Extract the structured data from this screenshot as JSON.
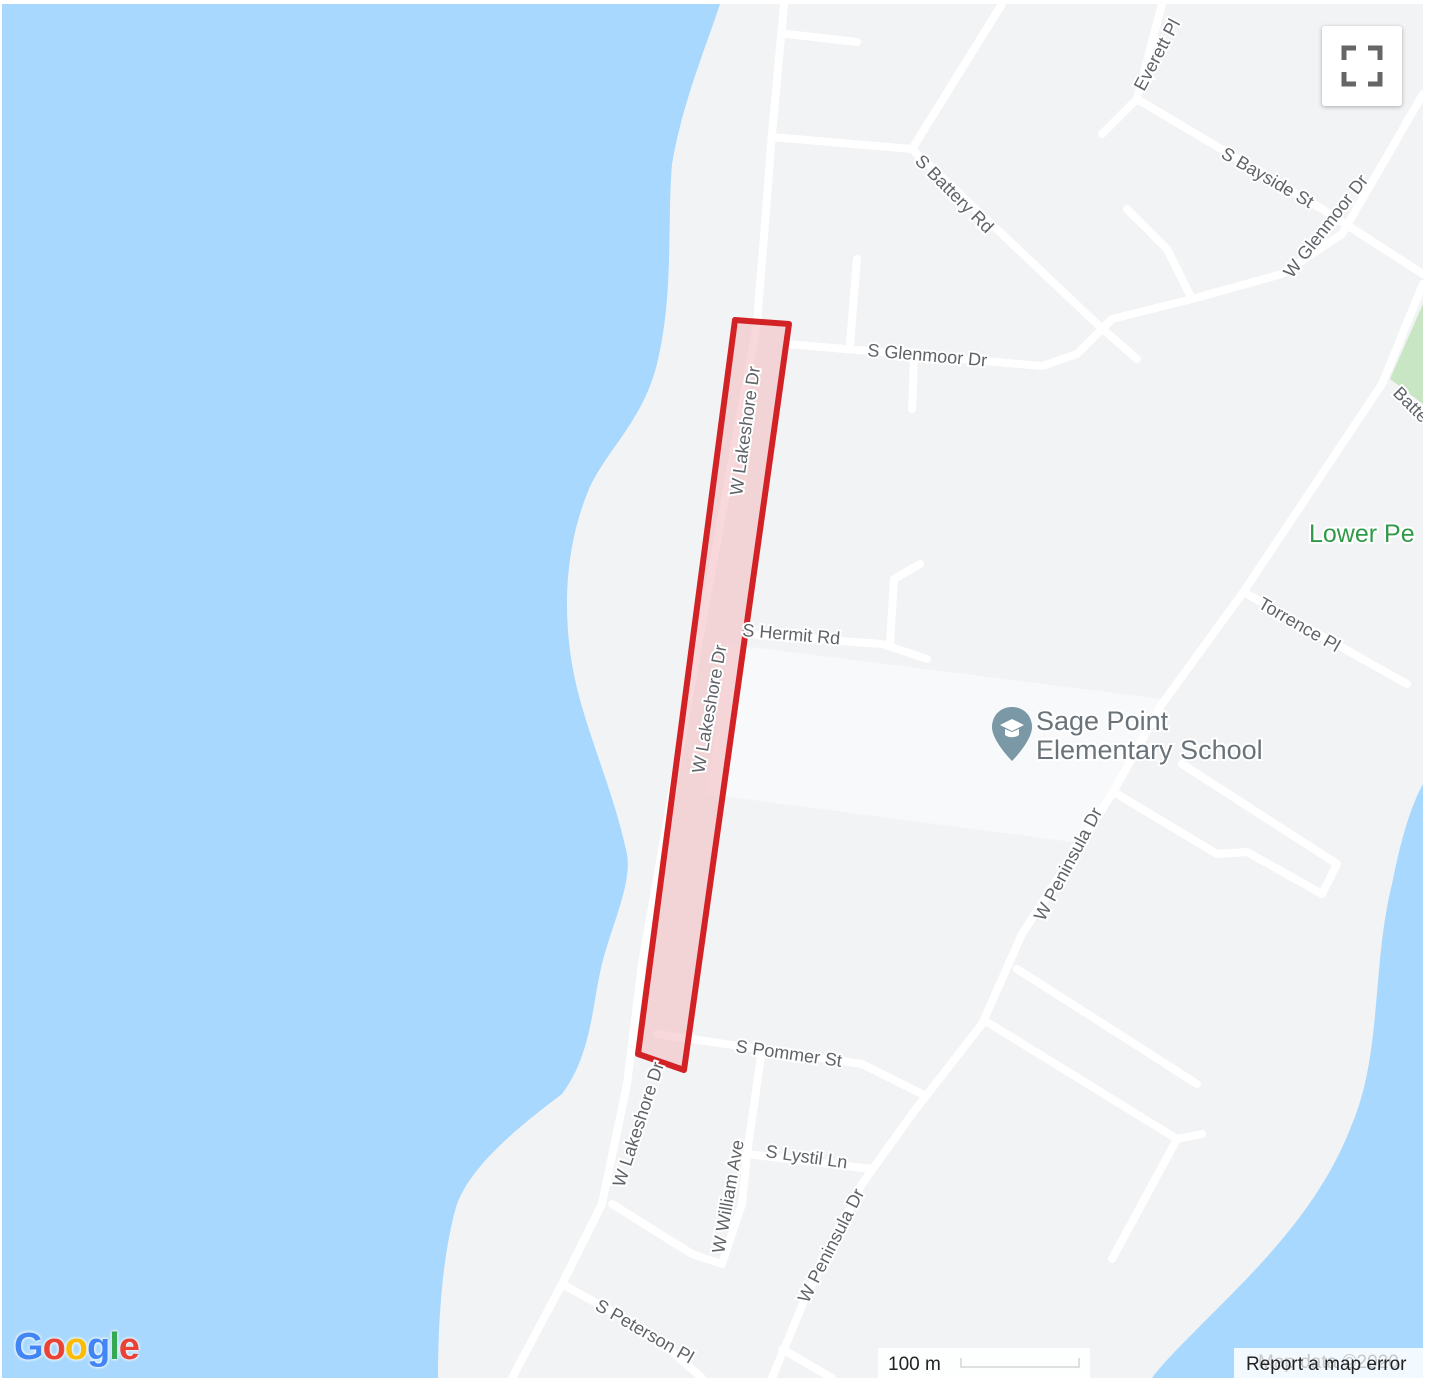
{
  "map": {
    "streets": {
      "everett": "Everett Pl",
      "bayside": "S Bayside St",
      "battery": "S Battery Rd",
      "glenmoor_ns": "W Glenmoor Dr",
      "glenmoor": "S Glenmoor Dr",
      "lakeshore_north": "W Lakeshore Dr",
      "lakeshore_mid": "W Lakeshore Dr",
      "lakeshore_south": "W Lakeshore Dr",
      "hermit": "S Hermit Rd",
      "torrence": "Torrence Pl",
      "peninsula_north": "W Peninsula Dr",
      "peninsula_south": "W Peninsula Dr",
      "pommer": "S Pommer St",
      "lystil": "S Lystil Ln",
      "william": "W William Ave",
      "peterson": "S Peterson Pl",
      "battery_park_fragment": "Batte"
    },
    "poi": {
      "name_line1": "Sage Point",
      "name_line2": "Elementary School",
      "icon": "school-pin-icon"
    },
    "park_label": "Lower Pe",
    "colors": {
      "water": "#a8d8fd",
      "land": "#f2f3f5",
      "road": "#ffffff",
      "highlight_stroke": "#d32226",
      "highlight_fill": "#f2b8bc",
      "park": "#c8e6c3",
      "school_grounds": "#f8f9fb",
      "poi_label": "#6a7379",
      "park_text": "#2f9a48"
    }
  },
  "controls": {
    "fullscreen_icon": "fullscreen-icon",
    "logo_letters": [
      "G",
      "o",
      "o",
      "g",
      "l",
      "e"
    ],
    "logo_colors": [
      "#4285f4",
      "#ea4335",
      "#fbbc05",
      "#4285f4",
      "#34a853",
      "#ea4335"
    ],
    "scale_label": "100 m",
    "map_data": "Map data ©2020",
    "report_error": "Report a map error"
  }
}
